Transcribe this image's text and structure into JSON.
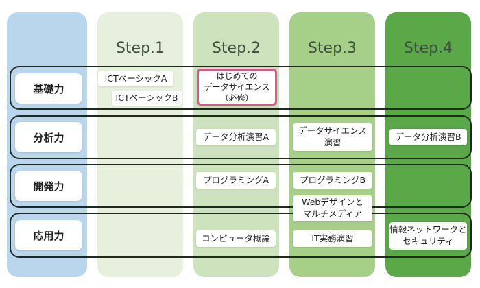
{
  "steps": [
    {
      "label": "Step.1"
    },
    {
      "label": "Step.2"
    },
    {
      "label": "Step.3"
    },
    {
      "label": "Step.4"
    }
  ],
  "rows": [
    {
      "label": "基礎力"
    },
    {
      "label": "分析力"
    },
    {
      "label": "開発力"
    },
    {
      "label": "応用力"
    }
  ],
  "courses": {
    "ict_basic_a": "ICTベーシックA",
    "ict_basic_b": "ICTベーシックB",
    "intro_data_science": "はじめての\nデータサイエンス\n（必修）",
    "data_analysis_a": "データ分析演習A",
    "data_science_practice": "データサイエンス\n演習",
    "data_analysis_b": "データ分析演習B",
    "programming_a": "プログラミングA",
    "programming_b": "プログラミングB",
    "web_design": "Webデザインと\nマルチメディア",
    "computer_overview": "コンピュータ概論",
    "it_practice": "IT実務演習",
    "network_security": "情報ネットワークと\nセキュリティ"
  },
  "colors": {
    "label_column": "#b9d6ec",
    "step1": "#e6f0dc",
    "step2": "#cde3bd",
    "step3": "#a6d088",
    "step4": "#5aa847",
    "required_highlight": "#e4508a"
  }
}
